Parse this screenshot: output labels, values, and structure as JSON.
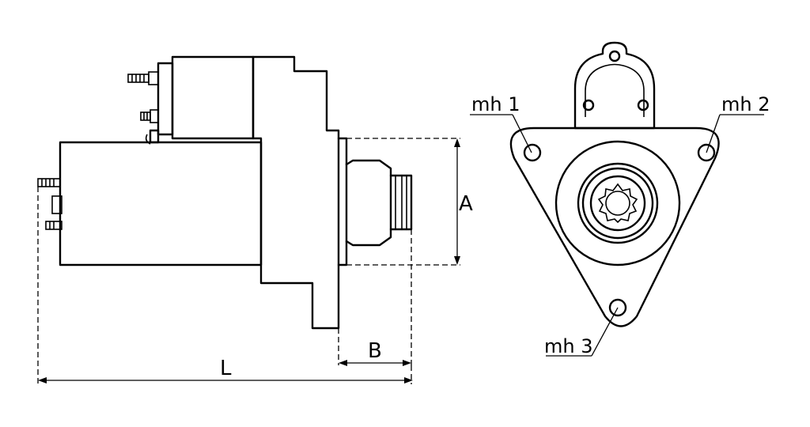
{
  "dimensions": {
    "A": "A",
    "B": "B",
    "L": "L"
  },
  "mounting_holes": {
    "mh1": "mh 1",
    "mh2": "mh 2",
    "mh3": "mh 3"
  },
  "colors": {
    "line": "#000000",
    "background": "#ffffff"
  }
}
